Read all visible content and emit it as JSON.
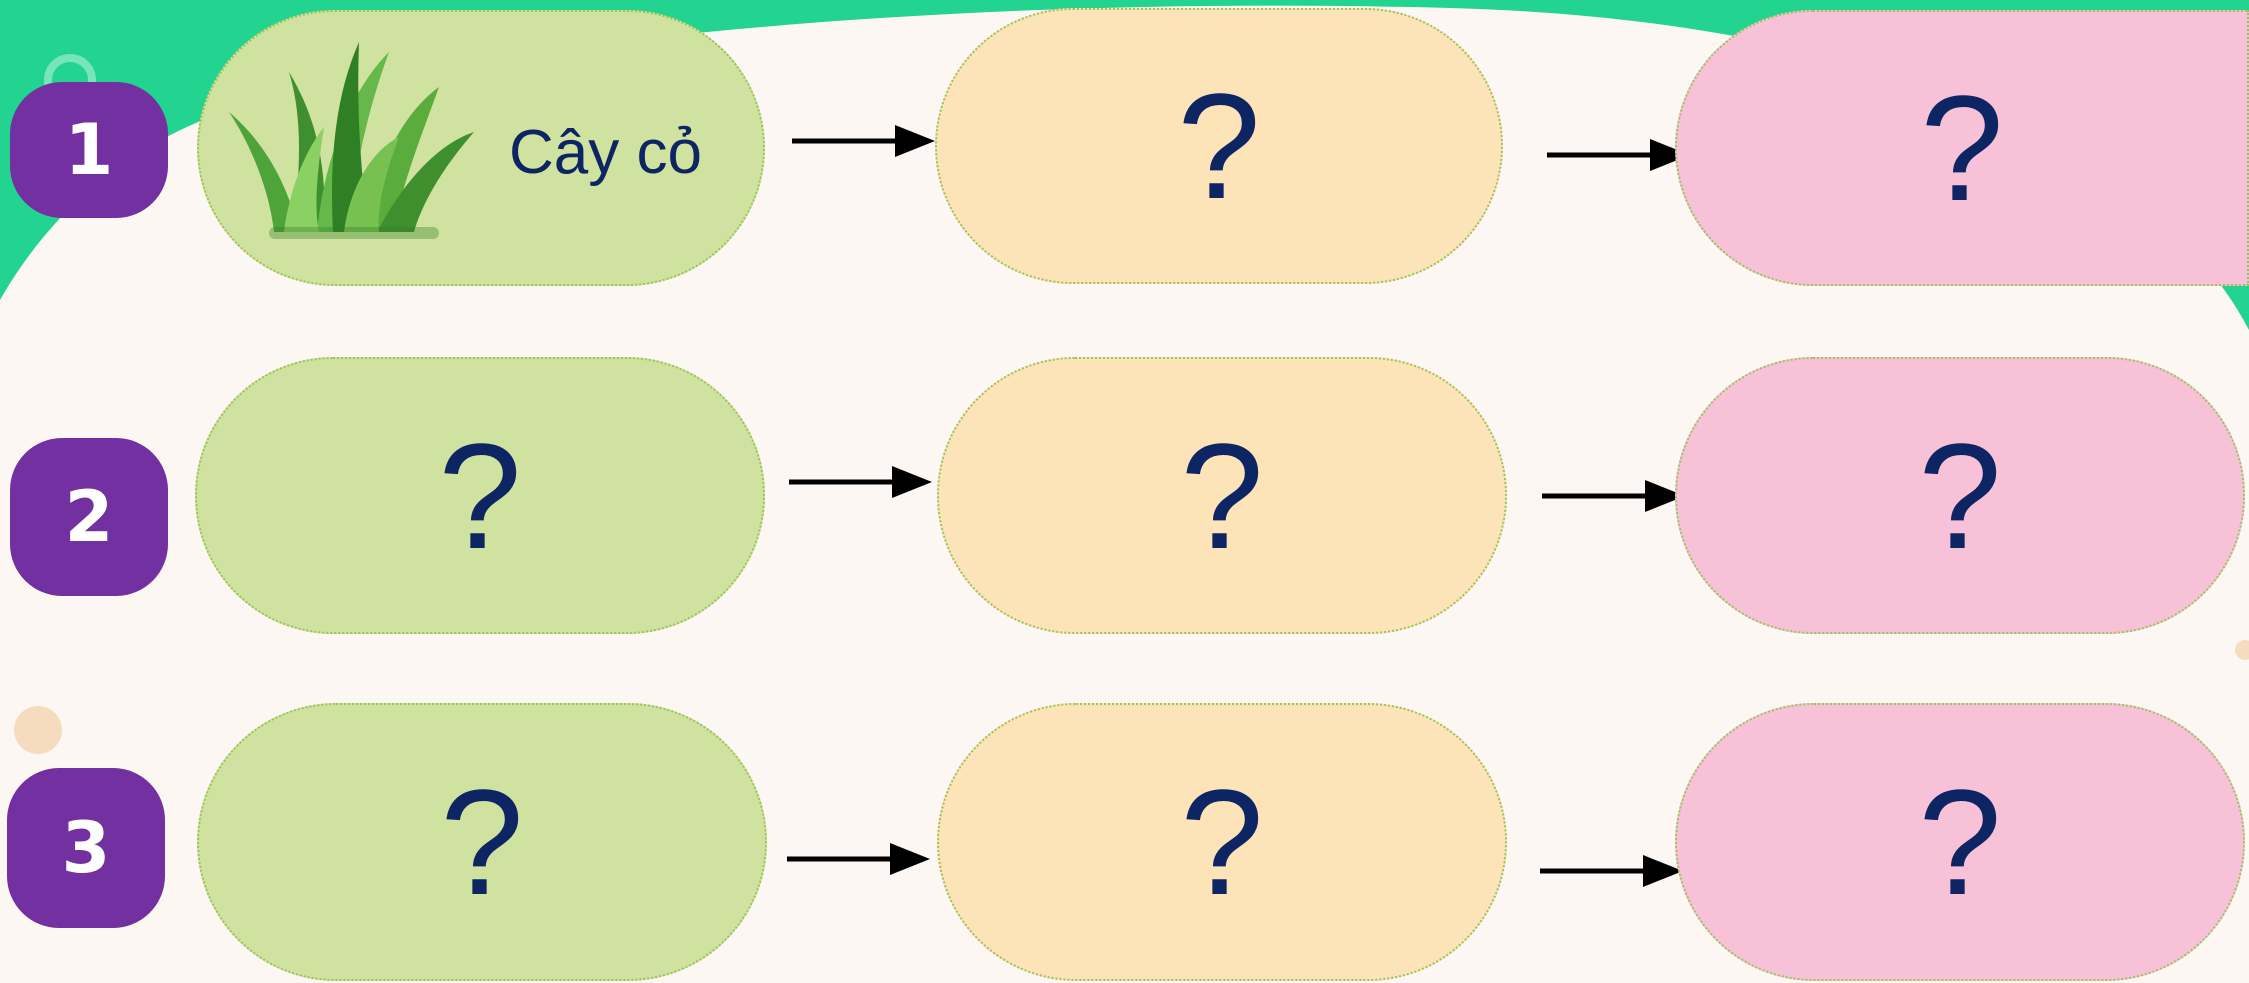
{
  "colors": {
    "badge": "#7230a0",
    "producer": "#cfe29f",
    "consumer1": "#fde3b8",
    "consumer2": "#f7c1d8",
    "text": "#0e2563",
    "background_green": "#22d48f",
    "background_cream": "#fcf7f3"
  },
  "rows": [
    {
      "number": "1",
      "cells": [
        {
          "icon": "grass-icon",
          "label": "Cây cỏ"
        },
        {
          "label": "?"
        },
        {
          "label": "?"
        }
      ]
    },
    {
      "number": "2",
      "cells": [
        {
          "label": "?"
        },
        {
          "label": "?"
        },
        {
          "label": "?"
        }
      ]
    },
    {
      "number": "3",
      "cells": [
        {
          "label": "?"
        },
        {
          "label": "?"
        },
        {
          "label": "?"
        }
      ]
    }
  ]
}
